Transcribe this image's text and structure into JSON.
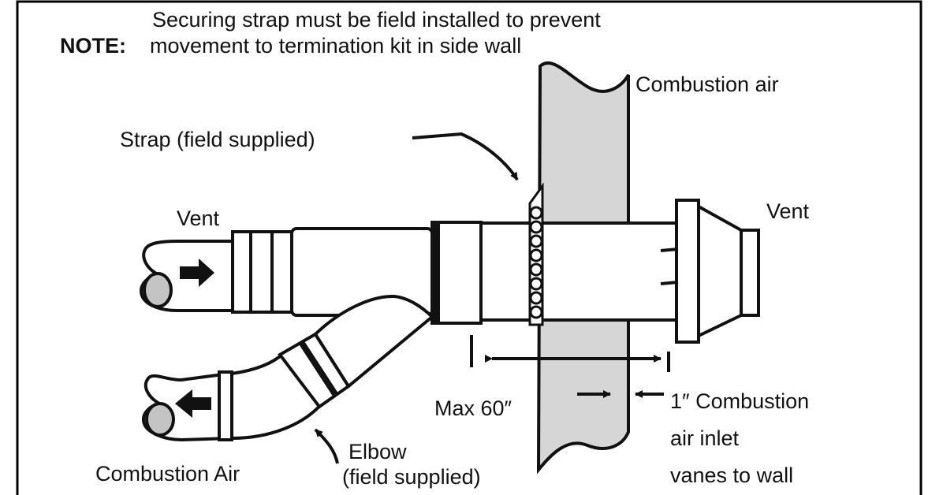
{
  "note": {
    "line1": "Securing strap must be field installed to prevent",
    "prefix": "NOTE:",
    "line2": "movement to termination kit in side wall"
  },
  "labels": {
    "combustion_air_top": "Combustion air",
    "strap": "Strap (field supplied)",
    "vent_left": "Vent",
    "vent_right": "Vent",
    "max": "Max 60″",
    "inlet_line1": "1″ Combustion",
    "inlet_line2": "air inlet",
    "inlet_line3": "vanes to wall",
    "elbow_line1": "Elbow",
    "elbow_line2": "(field supplied)",
    "combustion_air_bottom": "Combustion Air"
  },
  "colors": {
    "wall_fill": "#d6d6d6",
    "pipe_fill": "#ffffff",
    "stroke": "#111111",
    "frame": "#000000"
  }
}
